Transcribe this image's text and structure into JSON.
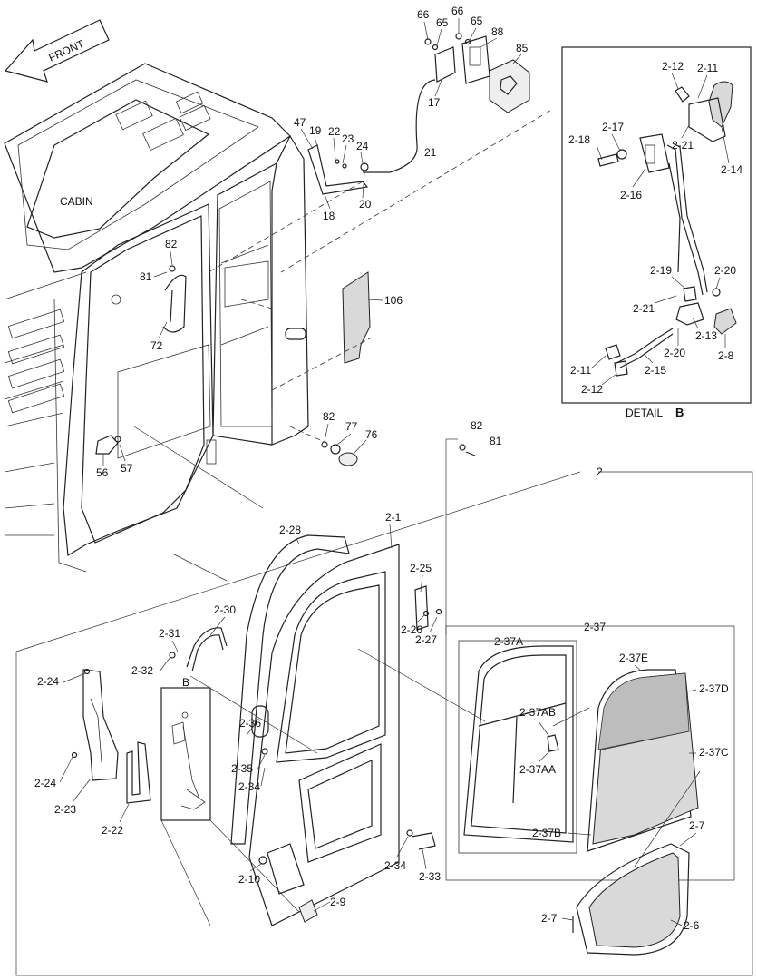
{
  "front_label": "FRONT",
  "cabin_label": "CABIN",
  "detail_title": "DETAIL",
  "detail_letter": "B",
  "box_b_label": "B",
  "group_2_label": "2",
  "group_2_37_label": "2-37",
  "callouts": [
    {
      "id": "c66a",
      "text": "66"
    },
    {
      "id": "c65a",
      "text": "65"
    },
    {
      "id": "c66b",
      "text": "66"
    },
    {
      "id": "c65b",
      "text": "65"
    },
    {
      "id": "c88",
      "text": "88"
    },
    {
      "id": "c85",
      "text": "85"
    },
    {
      "id": "c17",
      "text": "17"
    },
    {
      "id": "c21",
      "text": "21"
    },
    {
      "id": "c47",
      "text": "47"
    },
    {
      "id": "c19",
      "text": "19"
    },
    {
      "id": "c22",
      "text": "22"
    },
    {
      "id": "c23",
      "text": "23"
    },
    {
      "id": "c24",
      "text": "24"
    },
    {
      "id": "c18",
      "text": "18"
    },
    {
      "id": "c20",
      "text": "20"
    },
    {
      "id": "c106",
      "text": "106"
    },
    {
      "id": "c82a",
      "text": "82"
    },
    {
      "id": "c81a",
      "text": "81"
    },
    {
      "id": "c72",
      "text": "72"
    },
    {
      "id": "c56",
      "text": "56"
    },
    {
      "id": "c57",
      "text": "57"
    },
    {
      "id": "c82b",
      "text": "82"
    },
    {
      "id": "c77",
      "text": "77"
    },
    {
      "id": "c76",
      "text": "76"
    },
    {
      "id": "c82c",
      "text": "82"
    },
    {
      "id": "c81c",
      "text": "81"
    },
    {
      "id": "d212a",
      "text": "2-12"
    },
    {
      "id": "d211a",
      "text": "2-11"
    },
    {
      "id": "d217",
      "text": "2-17"
    },
    {
      "id": "d218",
      "text": "2-18"
    },
    {
      "id": "d221a",
      "text": "2-21"
    },
    {
      "id": "d214",
      "text": "2-14"
    },
    {
      "id": "d216",
      "text": "2-16"
    },
    {
      "id": "d219",
      "text": "2-19"
    },
    {
      "id": "d220a",
      "text": "2-20"
    },
    {
      "id": "d221b",
      "text": "2-21"
    },
    {
      "id": "d213",
      "text": "2-13"
    },
    {
      "id": "d220b",
      "text": "2-20"
    },
    {
      "id": "d28",
      "text": "2-8"
    },
    {
      "id": "d211b",
      "text": "2-11"
    },
    {
      "id": "d215",
      "text": "2-15"
    },
    {
      "id": "d212b",
      "text": "2-12"
    },
    {
      "id": "p228",
      "text": "2-28"
    },
    {
      "id": "p21",
      "text": "2-1"
    },
    {
      "id": "p225",
      "text": "2-25"
    },
    {
      "id": "p226",
      "text": "2-26"
    },
    {
      "id": "p227",
      "text": "2-27"
    },
    {
      "id": "p230",
      "text": "2-30"
    },
    {
      "id": "p231",
      "text": "2-31"
    },
    {
      "id": "p232",
      "text": "2-32"
    },
    {
      "id": "p224a",
      "text": "2-24"
    },
    {
      "id": "p224b",
      "text": "2-24"
    },
    {
      "id": "p223",
      "text": "2-23"
    },
    {
      "id": "p222",
      "text": "2-22"
    },
    {
      "id": "p236",
      "text": "2-36"
    },
    {
      "id": "p235",
      "text": "2-35"
    },
    {
      "id": "p234a",
      "text": "2-34"
    },
    {
      "id": "p234b",
      "text": "2-34"
    },
    {
      "id": "p233",
      "text": "2-33"
    },
    {
      "id": "p210",
      "text": "2-10"
    },
    {
      "id": "p29",
      "text": "2-9"
    },
    {
      "id": "p237A",
      "text": "2-37A"
    },
    {
      "id": "p237AB",
      "text": "2-37AB"
    },
    {
      "id": "p237AA",
      "text": "2-37AA"
    },
    {
      "id": "p237E",
      "text": "2-37E"
    },
    {
      "id": "p237D",
      "text": "2-37D"
    },
    {
      "id": "p237C",
      "text": "2-37C"
    },
    {
      "id": "p237B",
      "text": "2-37B"
    },
    {
      "id": "p27a",
      "text": "2-7"
    },
    {
      "id": "p27b",
      "text": "2-7"
    },
    {
      "id": "p26",
      "text": "2-6"
    }
  ]
}
